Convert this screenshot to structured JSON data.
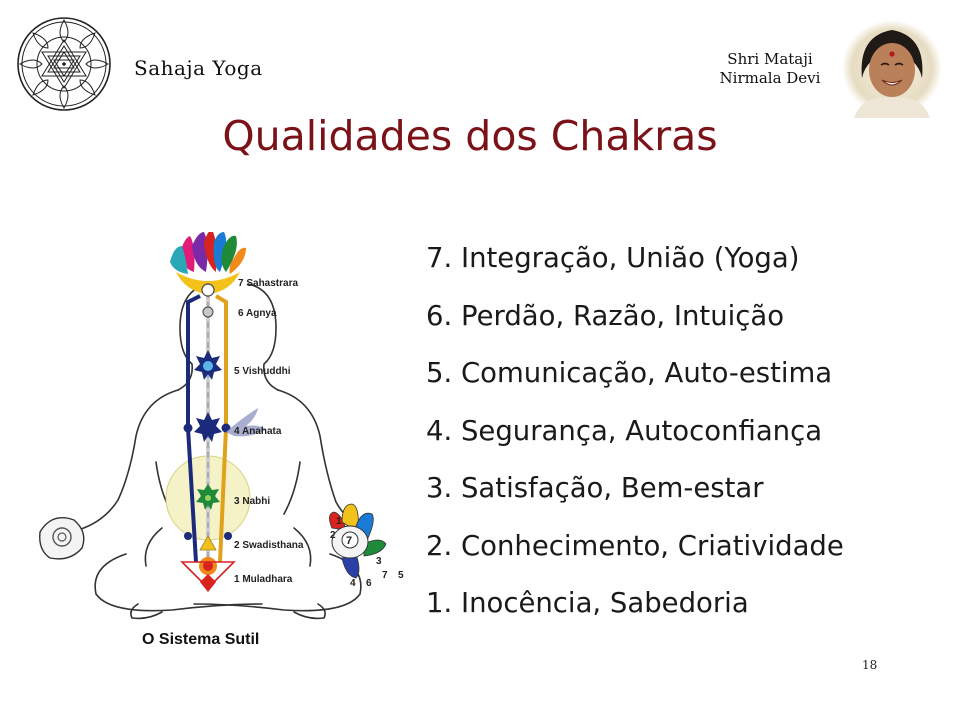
{
  "header": {
    "brand": "Sahaja Yoga",
    "author_line1": "Shri Mataji",
    "author_line2": "Nirmala Devi"
  },
  "title": "Qualidades dos Chakras",
  "figure": {
    "caption": "O Sistema Sutil",
    "chakras": [
      {
        "num": "7",
        "name": "Sahastrara",
        "color": "#e0a21a"
      },
      {
        "num": "6",
        "name": "Agnya",
        "color": "#c8c8c8"
      },
      {
        "num": "5",
        "name": "Vishuddhi",
        "color": "#2b8ed6"
      },
      {
        "num": "4",
        "name": "Anahata",
        "color": "#1b2a7a"
      },
      {
        "num": "3",
        "name": "Nabhi",
        "color": "#1f8a3a"
      },
      {
        "num": "2",
        "name": "Swadisthana",
        "color": "#f2c21a"
      },
      {
        "num": "1",
        "name": "Muladhara",
        "color": "#d8231f"
      }
    ],
    "hand_numbers": [
      "1",
      "2",
      "3",
      "4",
      "5",
      "6",
      "7"
    ],
    "palm_center": "7"
  },
  "qualities": [
    "7. Integração, União (Yoga)",
    "6. Perdão, Razão, Intuição",
    "5. Comunicação, Auto-estima",
    "4. Segurança, Autoconfiança",
    "3. Satisfação, Bem-estar",
    "2. Conhecimento, Criatividade",
    "1. Inocência, Sabedoria"
  ],
  "page_number": "18",
  "colors": {
    "title": "#7a1218",
    "text": "#1a1a1a",
    "left_channel": "#1b2a7a",
    "right_channel": "#e0a21a"
  }
}
